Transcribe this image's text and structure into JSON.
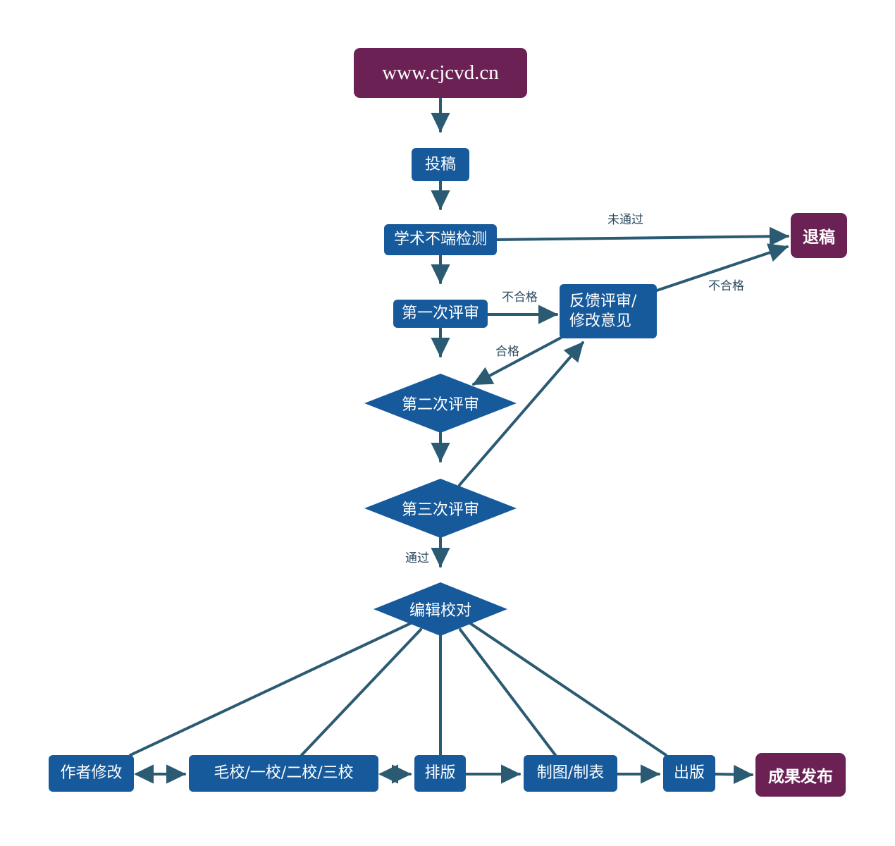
{
  "nodes": {
    "website": "www.cjcvd.cn",
    "submit": "投稿",
    "misconduct_check": "学术不端检测",
    "reject": "退稿",
    "review1": "第一次评审",
    "feedback": "反馈评审/\n修改意见",
    "review2": "第二次评审",
    "review3": "第三次评审",
    "editing": "编辑校对",
    "author_revise": "作者修改",
    "proofs": "毛校/一校/二校/三校",
    "typeset": "排版",
    "figures": "制图/制表",
    "publish": "出版",
    "release": "成果发布"
  },
  "edge_labels": {
    "not_passed": "未通过",
    "unqualified_1": "不合格",
    "unqualified_2": "不合格",
    "qualified": "合格",
    "passed": "通过"
  },
  "colors": {
    "node_blue": "#175a9b",
    "node_purple": "#6b2154",
    "arrow": "#2b5a73",
    "label_text": "#2b4a5f"
  }
}
